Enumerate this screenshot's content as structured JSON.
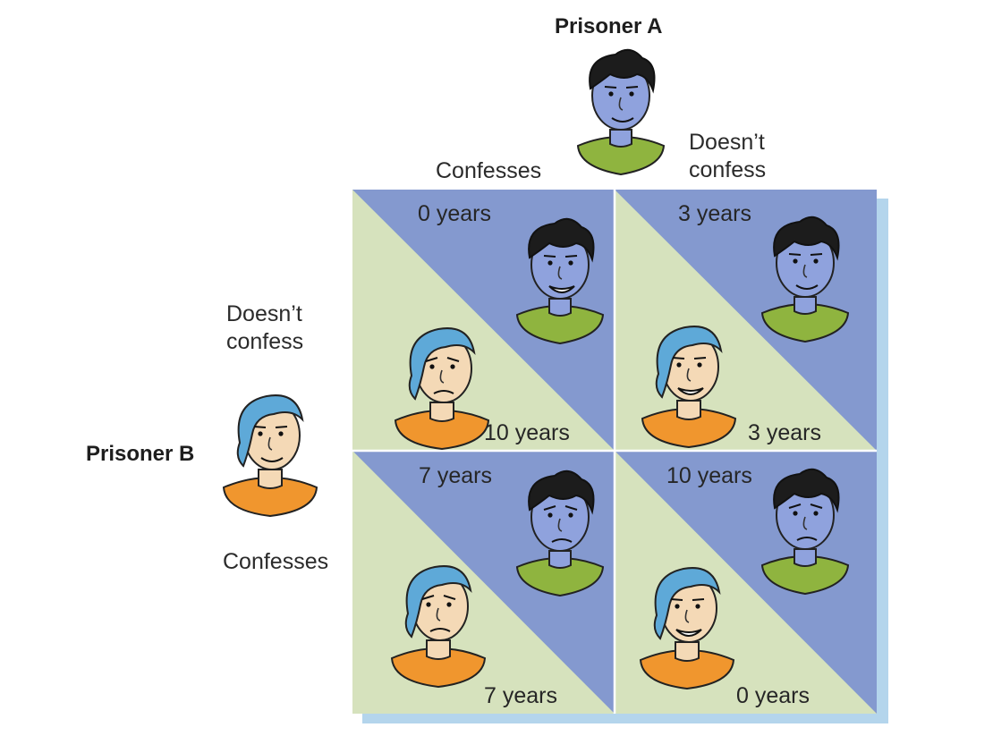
{
  "prisoner_a": {
    "label": "Prisoner A",
    "col_confesses": "Confesses",
    "col_doesnt_line1": "Doesn’t",
    "col_doesnt_line2": "confess"
  },
  "prisoner_b": {
    "label": "Prisoner B",
    "row_doesnt_line1": "Doesn’t",
    "row_doesnt_line2": "confess",
    "row_confesses": "Confesses"
  },
  "cells": [
    {
      "row": "Doesn’t confess",
      "col": "Confesses",
      "a_years": "0 years",
      "b_years": "10 years",
      "a_face": "happy",
      "b_face": "sad"
    },
    {
      "row": "Doesn’t confess",
      "col": "Doesn’t confess",
      "a_years": "3 years",
      "b_years": "3 years",
      "a_face": "smile",
      "b_face": "smile"
    },
    {
      "row": "Confesses",
      "col": "Confesses",
      "a_years": "7 years",
      "b_years": "7 years",
      "a_face": "sad",
      "b_face": "sad"
    },
    {
      "row": "Confesses",
      "col": "Doesn’t confess",
      "a_years": "10 years",
      "b_years": "0 years",
      "a_face": "sad",
      "b_face": "happy"
    }
  ],
  "colors": {
    "prisoner_a_region": "#8499cf",
    "prisoner_b_region": "#d6e2bd",
    "shadow": "#b4d5ec",
    "prisoner_a_skin": "#8fa2dd",
    "prisoner_a_shirt": "#8fb43f",
    "prisoner_b_skin": "#f4d9b6",
    "prisoner_b_hair": "#5ea9d8",
    "prisoner_b_shirt": "#f0962e"
  }
}
